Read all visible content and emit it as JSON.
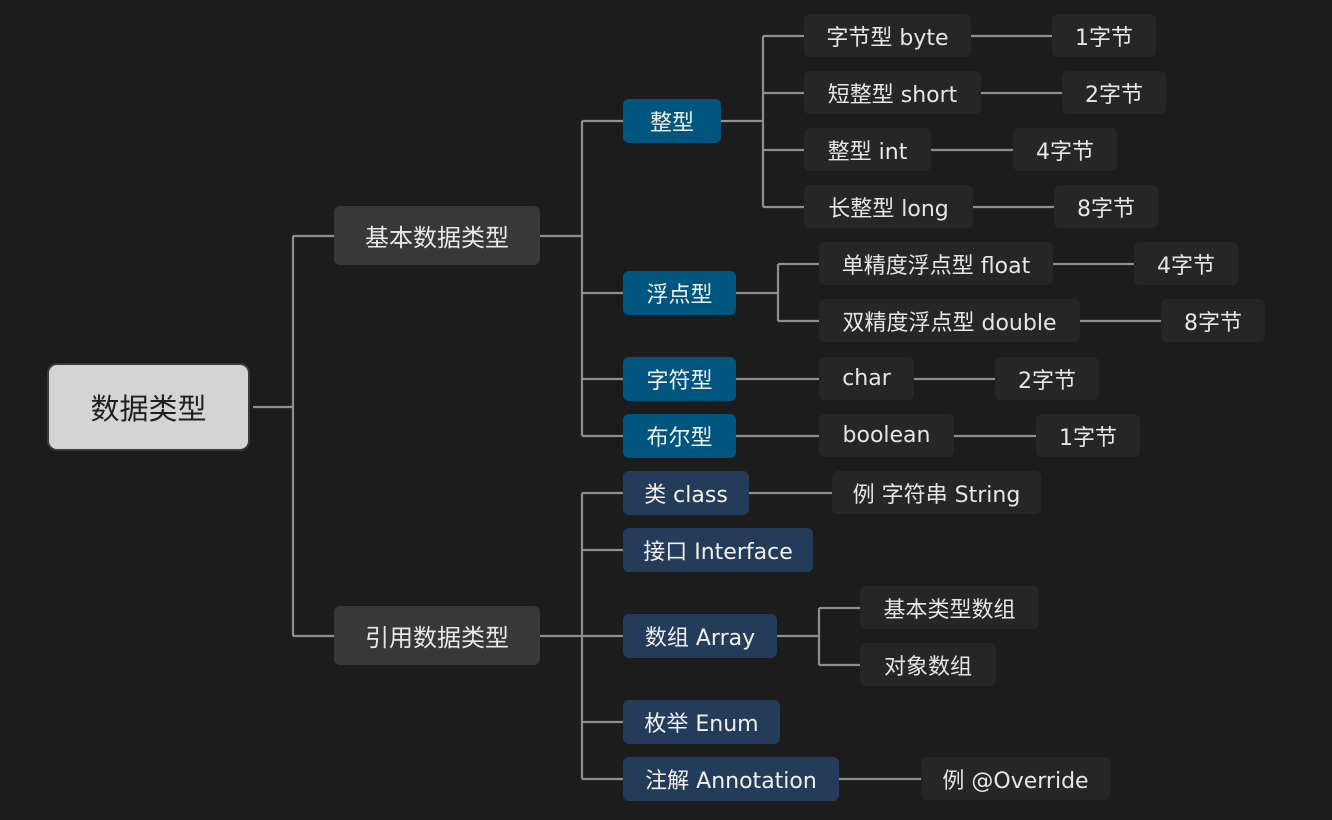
{
  "root": "数据类型",
  "branches": {
    "basic": {
      "label": "基本数据类型",
      "integer": {
        "label": "整型",
        "items": [
          {
            "name": "字节型 byte",
            "size": "1字节"
          },
          {
            "name": "短整型 short",
            "size": "2字节"
          },
          {
            "name": "整型 int",
            "size": "4字节"
          },
          {
            "name": "长整型 long",
            "size": "8字节"
          }
        ]
      },
      "float": {
        "label": "浮点型",
        "items": [
          {
            "name": "单精度浮点型 float",
            "size": "4字节"
          },
          {
            "name": "双精度浮点型 double",
            "size": "8字节"
          }
        ]
      },
      "char": {
        "label": "字符型",
        "name": "char",
        "size": "2字节"
      },
      "bool": {
        "label": "布尔型",
        "name": "boolean",
        "size": "1字节"
      }
    },
    "reference": {
      "label": "引用数据类型",
      "class": {
        "label": "类 class",
        "example": "例 字符串 String"
      },
      "interface": {
        "label": "接口 Interface"
      },
      "array": {
        "label": "数组 Array",
        "items": [
          "基本类型数组",
          "对象数组"
        ]
      },
      "enum": {
        "label": "枚举 Enum"
      },
      "annotation": {
        "label": "注解 Annotation",
        "example": "例 @Override"
      }
    }
  },
  "colors": {
    "background": "#1c1c1c",
    "root": "#d4d4d4",
    "level1": "#383838",
    "basic_child": "#00567f",
    "reference_child": "#243c5a",
    "leaf": "#262626",
    "connector": "#8e8e8e"
  }
}
